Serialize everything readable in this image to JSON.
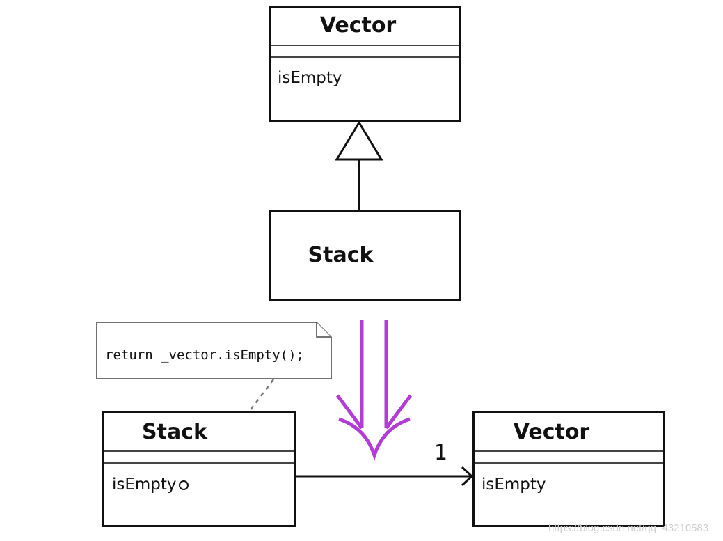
{
  "before": {
    "superclass": {
      "name": "Vector",
      "operation": "isEmpty"
    },
    "subclass": {
      "name": "Stack"
    }
  },
  "after": {
    "delegator": {
      "name": "Stack",
      "operation": "isEmpty"
    },
    "delegate": {
      "name": "Vector",
      "operation": "isEmpty"
    },
    "note": "return _vector.isEmpty();",
    "multiplicity": "1"
  },
  "transform_arrow_color": "#b23cd6",
  "watermark": "https://blog.csdn.net/qq_43210583"
}
